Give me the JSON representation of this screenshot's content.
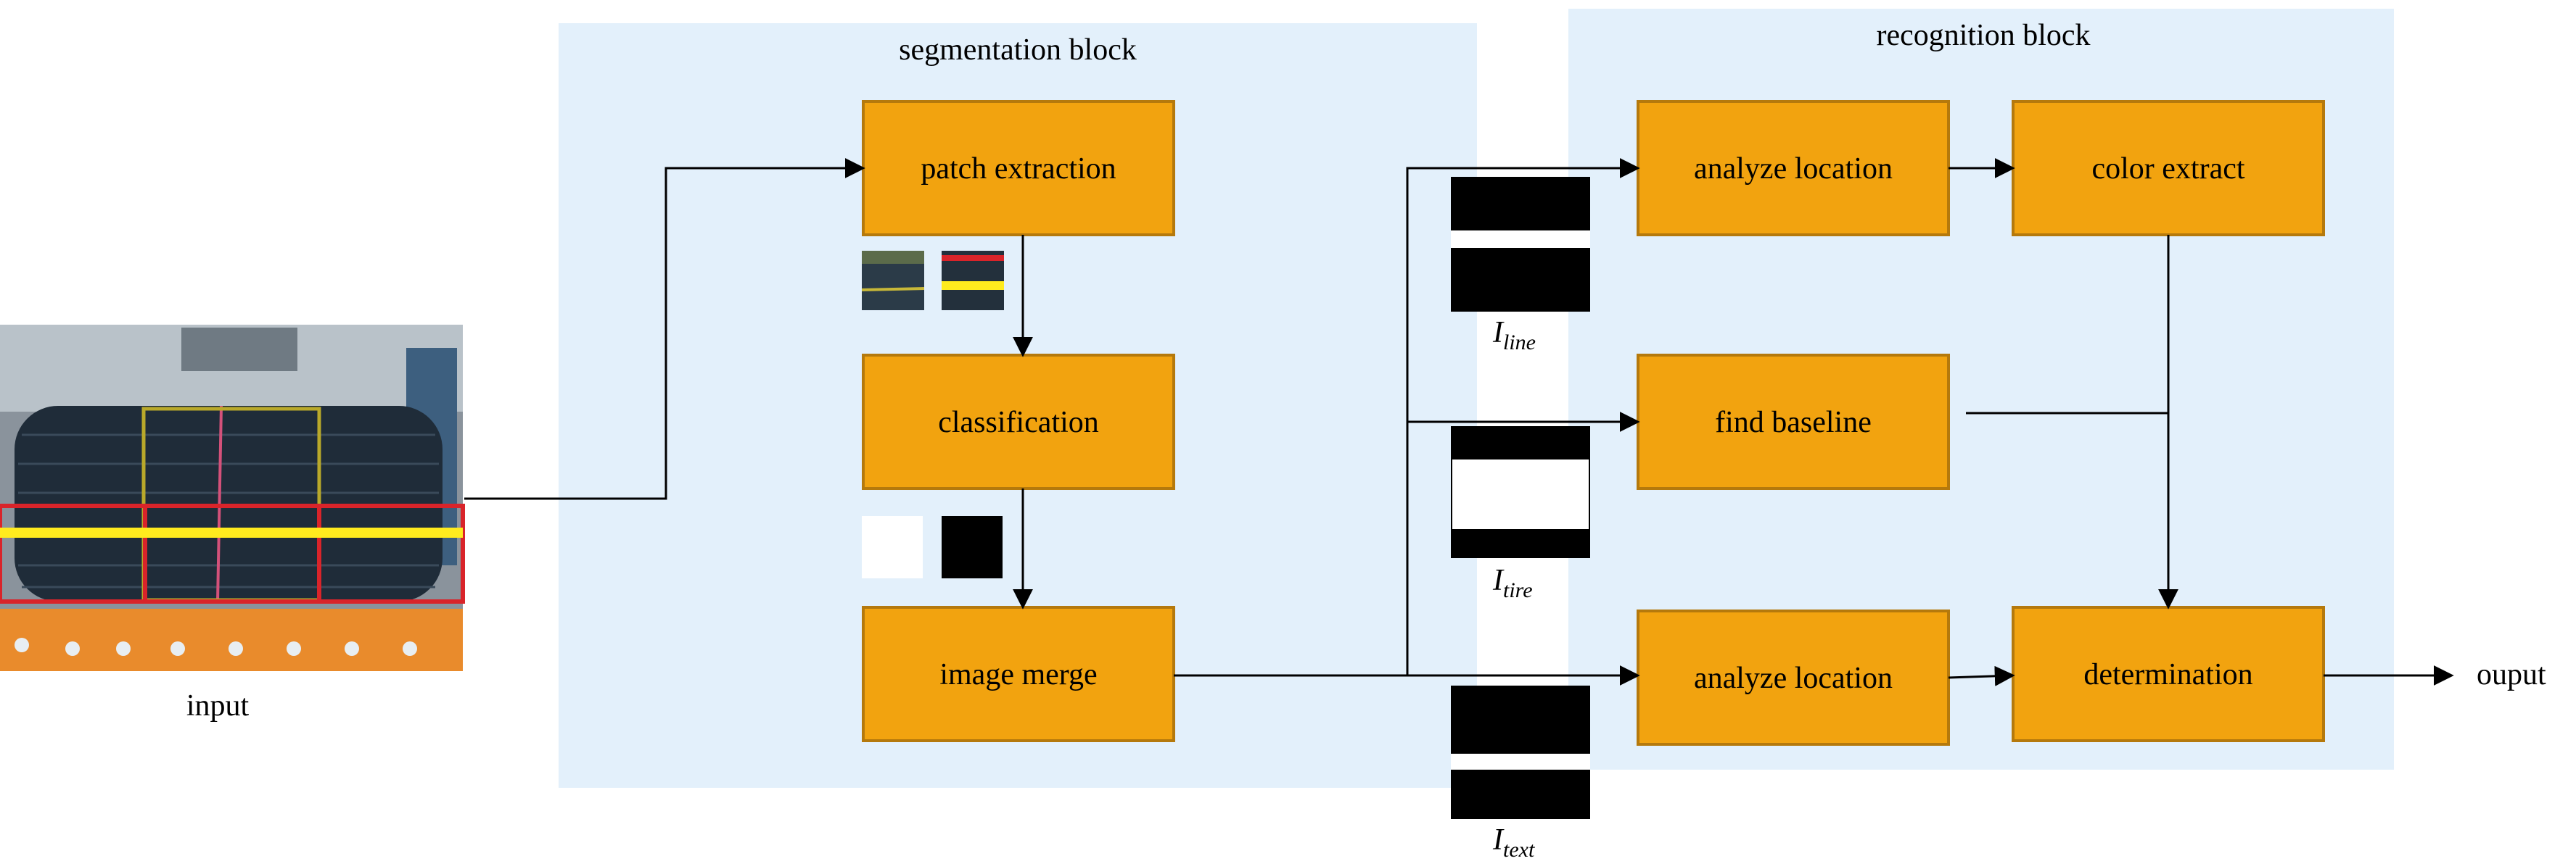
{
  "blocks": {
    "segmentation": "segmentation block",
    "recognition": "recognition block"
  },
  "nodes": {
    "patch_extraction": "patch extraction",
    "classification": "classification",
    "image_merge": "image merge",
    "analyze_location_1": "analyze location",
    "color_extract": "color extract",
    "find_baseline": "find baseline",
    "analyze_location_2": "analyze location",
    "determination": "determination"
  },
  "io": {
    "input": "input",
    "output": "ouput"
  },
  "masks": {
    "line": {
      "base": "I",
      "sub": "line"
    },
    "tire": {
      "base": "I",
      "sub": "tire"
    },
    "text": {
      "base": "I",
      "sub": "text"
    }
  },
  "colors": {
    "block_bg": "#e3f0fb",
    "node_fill": "#f2a30f",
    "node_border": "#b5790c",
    "line": "#000000"
  }
}
